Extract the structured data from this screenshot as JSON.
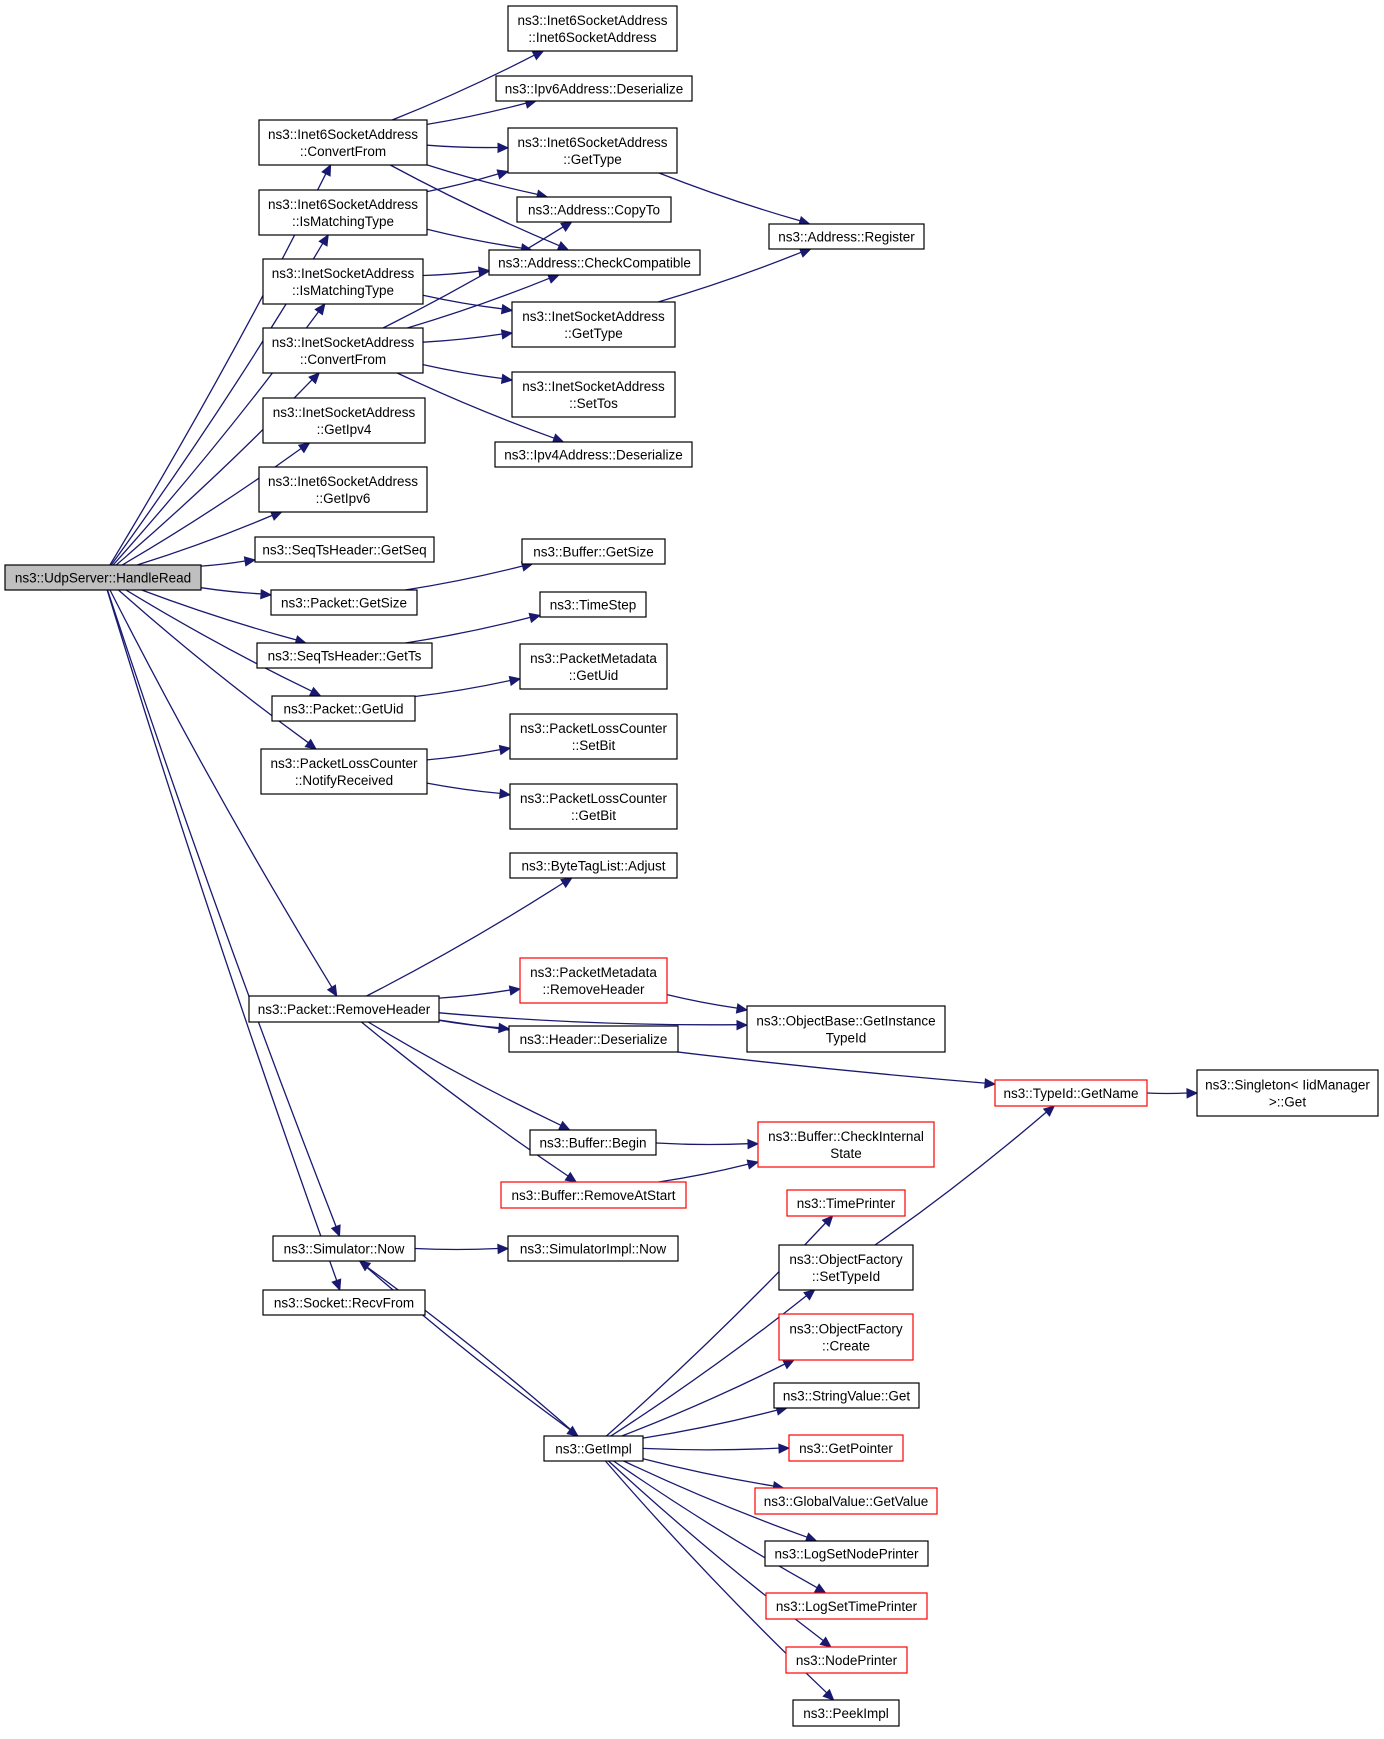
{
  "nodes": [
    {
      "id": "root",
      "lines": [
        "ns3::UdpServer::HandleRead"
      ],
      "root": true,
      "red": false
    },
    {
      "id": "i6cf",
      "lines": [
        "ns3::Inet6SocketAddress",
        "::ConvertFrom"
      ],
      "red": false
    },
    {
      "id": "i6mt",
      "lines": [
        "ns3::Inet6SocketAddress",
        "::IsMatchingType"
      ],
      "red": false
    },
    {
      "id": "imt",
      "lines": [
        "ns3::InetSocketAddress",
        "::IsMatchingType"
      ],
      "red": false
    },
    {
      "id": "icf",
      "lines": [
        "ns3::InetSocketAddress",
        "::ConvertFrom"
      ],
      "red": false
    },
    {
      "id": "igip4",
      "lines": [
        "ns3::InetSocketAddress",
        "::GetIpv4"
      ],
      "red": false
    },
    {
      "id": "i6gip6",
      "lines": [
        "ns3::Inet6SocketAddress",
        "::GetIpv6"
      ],
      "red": false
    },
    {
      "id": "seqgs",
      "lines": [
        "ns3::SeqTsHeader::GetSeq"
      ],
      "red": false
    },
    {
      "id": "pgsize",
      "lines": [
        "ns3::Packet::GetSize"
      ],
      "red": false
    },
    {
      "id": "seqgt",
      "lines": [
        "ns3::SeqTsHeader::GetTs"
      ],
      "red": false
    },
    {
      "id": "pguid",
      "lines": [
        "ns3::Packet::GetUid"
      ],
      "red": false
    },
    {
      "id": "plcnr",
      "lines": [
        "ns3::PacketLossCounter",
        "::NotifyReceived"
      ],
      "red": false
    },
    {
      "id": "prh",
      "lines": [
        "ns3::Packet::RemoveHeader"
      ],
      "red": false
    },
    {
      "id": "simnow",
      "lines": [
        "ns3::Simulator::Now"
      ],
      "red": false
    },
    {
      "id": "sockrf",
      "lines": [
        "ns3::Socket::RecvFrom"
      ],
      "red": false
    },
    {
      "id": "i6ctor",
      "lines": [
        "ns3::Inet6SocketAddress",
        "::Inet6SocketAddress"
      ],
      "red": false
    },
    {
      "id": "ip6deser",
      "lines": [
        "ns3::Ipv6Address::Deserialize"
      ],
      "red": false
    },
    {
      "id": "i6gt",
      "lines": [
        "ns3::Inet6SocketAddress",
        "::GetType"
      ],
      "red": false
    },
    {
      "id": "addrct",
      "lines": [
        "ns3::Address::CopyTo"
      ],
      "red": false
    },
    {
      "id": "addrcc",
      "lines": [
        "ns3::Address::CheckCompatible"
      ],
      "red": false
    },
    {
      "id": "igt",
      "lines": [
        "ns3::InetSocketAddress",
        "::GetType"
      ],
      "red": false
    },
    {
      "id": "ists",
      "lines": [
        "ns3::InetSocketAddress",
        "::SetTos"
      ],
      "red": false
    },
    {
      "id": "ip4deser",
      "lines": [
        "ns3::Ipv4Address::Deserialize"
      ],
      "red": false
    },
    {
      "id": "addrreg",
      "lines": [
        "ns3::Address::Register"
      ],
      "red": false
    },
    {
      "id": "bufgs",
      "lines": [
        "ns3::Buffer::GetSize"
      ],
      "red": false
    },
    {
      "id": "timestep",
      "lines": [
        "ns3::TimeStep"
      ],
      "red": false
    },
    {
      "id": "pmguid",
      "lines": [
        "ns3::PacketMetadata",
        "::GetUid"
      ],
      "red": false
    },
    {
      "id": "plcsb",
      "lines": [
        "ns3::PacketLossCounter",
        "::SetBit"
      ],
      "red": false
    },
    {
      "id": "plcgb",
      "lines": [
        "ns3::PacketLossCounter",
        "::GetBit"
      ],
      "red": false
    },
    {
      "id": "btladj",
      "lines": [
        "ns3::ByteTagList::Adjust"
      ],
      "red": false
    },
    {
      "id": "pmrh",
      "lines": [
        "ns3::PacketMetadata",
        "::RemoveHeader"
      ],
      "red": true
    },
    {
      "id": "hdeser",
      "lines": [
        "ns3::Header::Deserialize"
      ],
      "red": false
    },
    {
      "id": "obgit",
      "lines": [
        "ns3::ObjectBase::GetInstance",
        "TypeId"
      ],
      "red": false
    },
    {
      "id": "tidgn",
      "lines": [
        "ns3::TypeId::GetName"
      ],
      "red": true
    },
    {
      "id": "singleton",
      "lines": [
        "ns3::Singleton< IidManager",
        ">::Get"
      ],
      "red": false
    },
    {
      "id": "bufbegin",
      "lines": [
        "ns3::Buffer::Begin"
      ],
      "red": false
    },
    {
      "id": "bufrmas",
      "lines": [
        "ns3::Buffer::RemoveAtStart"
      ],
      "red": true
    },
    {
      "id": "bufcis",
      "lines": [
        "ns3::Buffer::CheckInternal",
        "State"
      ],
      "red": true
    },
    {
      "id": "timeprinter",
      "lines": [
        "ns3::TimePrinter"
      ],
      "red": true
    },
    {
      "id": "simimplnow",
      "lines": [
        "ns3::SimulatorImpl::Now"
      ],
      "red": false
    },
    {
      "id": "ofsti",
      "lines": [
        "ns3::ObjectFactory",
        "::SetTypeId"
      ],
      "red": false
    },
    {
      "id": "ofcreate",
      "lines": [
        "ns3::ObjectFactory",
        "::Create"
      ],
      "red": true
    },
    {
      "id": "strvget",
      "lines": [
        "ns3::StringValue::Get"
      ],
      "red": false
    },
    {
      "id": "getimpl",
      "lines": [
        "ns3::GetImpl"
      ],
      "red": false
    },
    {
      "id": "getptr",
      "lines": [
        "ns3::GetPointer"
      ],
      "red": true
    },
    {
      "id": "gvgv",
      "lines": [
        "ns3::GlobalValue::GetValue"
      ],
      "red": true
    },
    {
      "id": "lsnp",
      "lines": [
        "ns3::LogSetNodePrinter"
      ],
      "red": false
    },
    {
      "id": "lstp",
      "lines": [
        "ns3::LogSetTimePrinter"
      ],
      "red": true
    },
    {
      "id": "nodeprinter",
      "lines": [
        "ns3::NodePrinter"
      ],
      "red": true
    },
    {
      "id": "peekimpl",
      "lines": [
        "ns3::PeekImpl"
      ],
      "red": false
    }
  ],
  "edges": [
    [
      "root",
      "i6cf"
    ],
    [
      "root",
      "i6mt"
    ],
    [
      "root",
      "imt"
    ],
    [
      "root",
      "icf"
    ],
    [
      "root",
      "igip4"
    ],
    [
      "root",
      "i6gip6"
    ],
    [
      "root",
      "seqgs"
    ],
    [
      "root",
      "pgsize"
    ],
    [
      "root",
      "seqgt"
    ],
    [
      "root",
      "pguid"
    ],
    [
      "root",
      "plcnr"
    ],
    [
      "root",
      "prh"
    ],
    [
      "root",
      "simnow"
    ],
    [
      "root",
      "sockrf"
    ],
    [
      "i6cf",
      "i6ctor"
    ],
    [
      "i6cf",
      "ip6deser"
    ],
    [
      "i6cf",
      "i6gt"
    ],
    [
      "i6cf",
      "addrct"
    ],
    [
      "i6cf",
      "addrcc"
    ],
    [
      "i6mt",
      "i6gt"
    ],
    [
      "i6mt",
      "addrcc"
    ],
    [
      "imt",
      "addrcc"
    ],
    [
      "imt",
      "igt"
    ],
    [
      "icf",
      "addrct"
    ],
    [
      "icf",
      "addrcc"
    ],
    [
      "icf",
      "igt"
    ],
    [
      "icf",
      "ists"
    ],
    [
      "icf",
      "ip4deser"
    ],
    [
      "i6gt",
      "addrreg"
    ],
    [
      "igt",
      "addrreg"
    ],
    [
      "pgsize",
      "bufgs"
    ],
    [
      "seqgt",
      "timestep"
    ],
    [
      "pguid",
      "pmguid"
    ],
    [
      "plcnr",
      "plcsb"
    ],
    [
      "plcnr",
      "plcgb"
    ],
    [
      "prh",
      "btladj"
    ],
    [
      "prh",
      "tidgn"
    ],
    [
      "prh",
      "pmrh"
    ],
    [
      "prh",
      "hdeser"
    ],
    [
      "prh",
      "obgit"
    ],
    [
      "prh",
      "bufbegin"
    ],
    [
      "prh",
      "bufrmas"
    ],
    [
      "pmrh",
      "obgit"
    ],
    [
      "tidgn",
      "singleton"
    ],
    [
      "bufbegin",
      "bufcis"
    ],
    [
      "bufrmas",
      "bufcis"
    ],
    [
      "simnow",
      "simimplnow"
    ],
    [
      "simnow",
      "getimpl"
    ],
    [
      "getimpl",
      "timeprinter"
    ],
    [
      "getimpl",
      "simnow"
    ],
    [
      "getimpl",
      "ofsti"
    ],
    [
      "getimpl",
      "ofcreate"
    ],
    [
      "getimpl",
      "strvget"
    ],
    [
      "getimpl",
      "getptr"
    ],
    [
      "getimpl",
      "gvgv"
    ],
    [
      "getimpl",
      "lsnp"
    ],
    [
      "getimpl",
      "lstp"
    ],
    [
      "getimpl",
      "nodeprinter"
    ],
    [
      "getimpl",
      "peekimpl"
    ],
    [
      "ofsti",
      "tidgn"
    ]
  ],
  "colors": {
    "edge": "#191970",
    "node_border": "#000000",
    "node_border_incomplete": "#ff0000",
    "root_fill": "#bfbfbf"
  }
}
